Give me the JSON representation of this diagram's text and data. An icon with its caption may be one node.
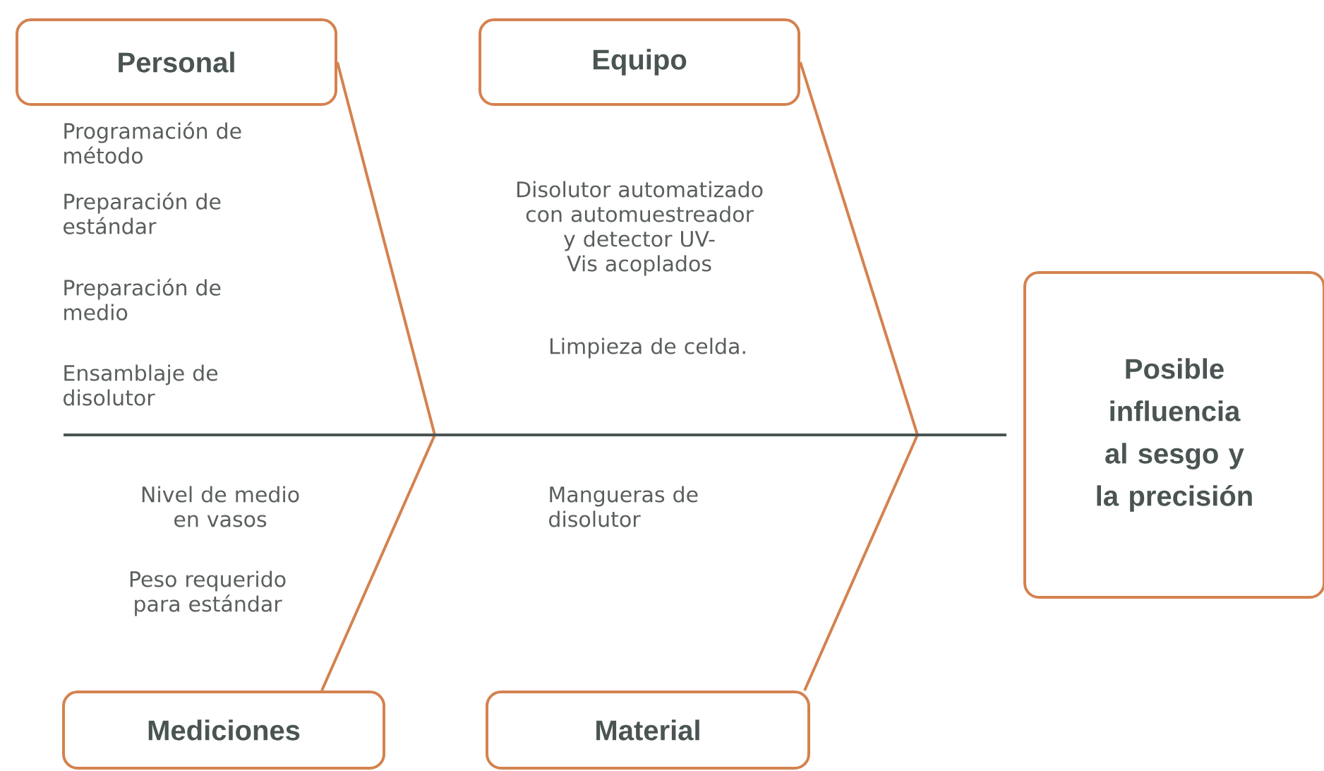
{
  "diagram": {
    "nodes": [
      {
        "text": [
          "Personal"
        ]
      },
      {
        "text": [
          "Equipo"
        ]
      },
      {
        "text": [
          "Mediciones"
        ]
      },
      {
        "text": [
          "Material"
        ]
      },
      {
        "text": [
          "Posible influencia al sesgo y la precisión"
        ]
      }
    ],
    "edges": [
      {
        "from": 0,
        "to": null,
        "arrow": "none"
      },
      {
        "from": 1,
        "to": null,
        "arrow": "none"
      },
      {
        "from": 2,
        "to": null,
        "arrow": "none"
      },
      {
        "from": 3,
        "to": null,
        "arrow": "none"
      },
      {
        "from": null,
        "to": 4,
        "arrow": "none",
        "color": "#4a5553"
      }
    ],
    "labels": [
      "Programación de método",
      "Preparación de estándar",
      "Preparación de medio",
      "Ensamblaje de disolutor",
      "Disolutor automatizado con automuestreador y detector UV-Vis acoplados",
      "Limpieza de celda.",
      "Nivel de medio en vasos",
      "Peso requerido para estándar",
      "Mangueras de disolutor"
    ]
  }
}
